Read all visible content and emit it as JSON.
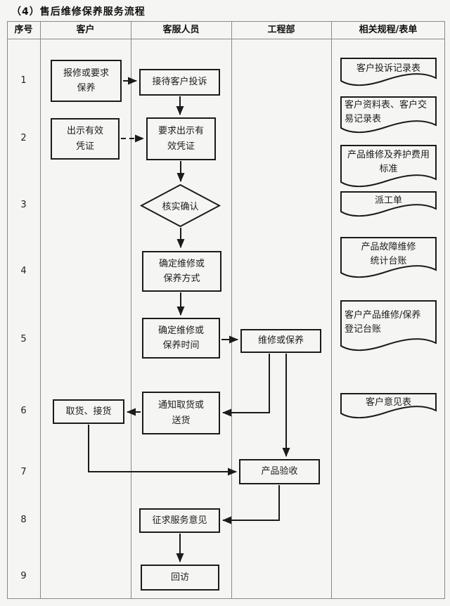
{
  "title": "（4）售后维修保养服务流程",
  "colors": {
    "background": "#f5f5f3",
    "grid_line": "#8a8a8a",
    "shape_line": "#1b1b1b",
    "text": "#1d1d1d"
  },
  "table": {
    "headers": [
      "序号",
      "客户",
      "客服人员",
      "工程部",
      "相关规程/表单"
    ],
    "rows": [
      "1",
      "2",
      "3",
      "4",
      "5",
      "6",
      "7",
      "8",
      "9"
    ]
  },
  "nodes": {
    "report": "报修或要求\n保养",
    "receive": "接待客户投诉",
    "show_cert": "出示有效\n凭证",
    "request_cert": "要求出示有\n效凭证",
    "verify": "核实确认",
    "method": "确定维修或\n保养方式",
    "time": "确定维修或\n保养时间",
    "repair": "维修或保养",
    "notify": "通知取货或\n送货",
    "pickup": "取货、接货",
    "acceptance": "产品验收",
    "feedback": "征求服务意见",
    "revisit": "回访"
  },
  "forms": [
    "客户投诉记录表",
    "客户资料表、客户交\n易记录表",
    "产品维修及养护费用\n标准",
    "派工单",
    "产品故障维修\n统计台账",
    "客户产品维修/保养\n登记台账",
    "客户意见表"
  ]
}
